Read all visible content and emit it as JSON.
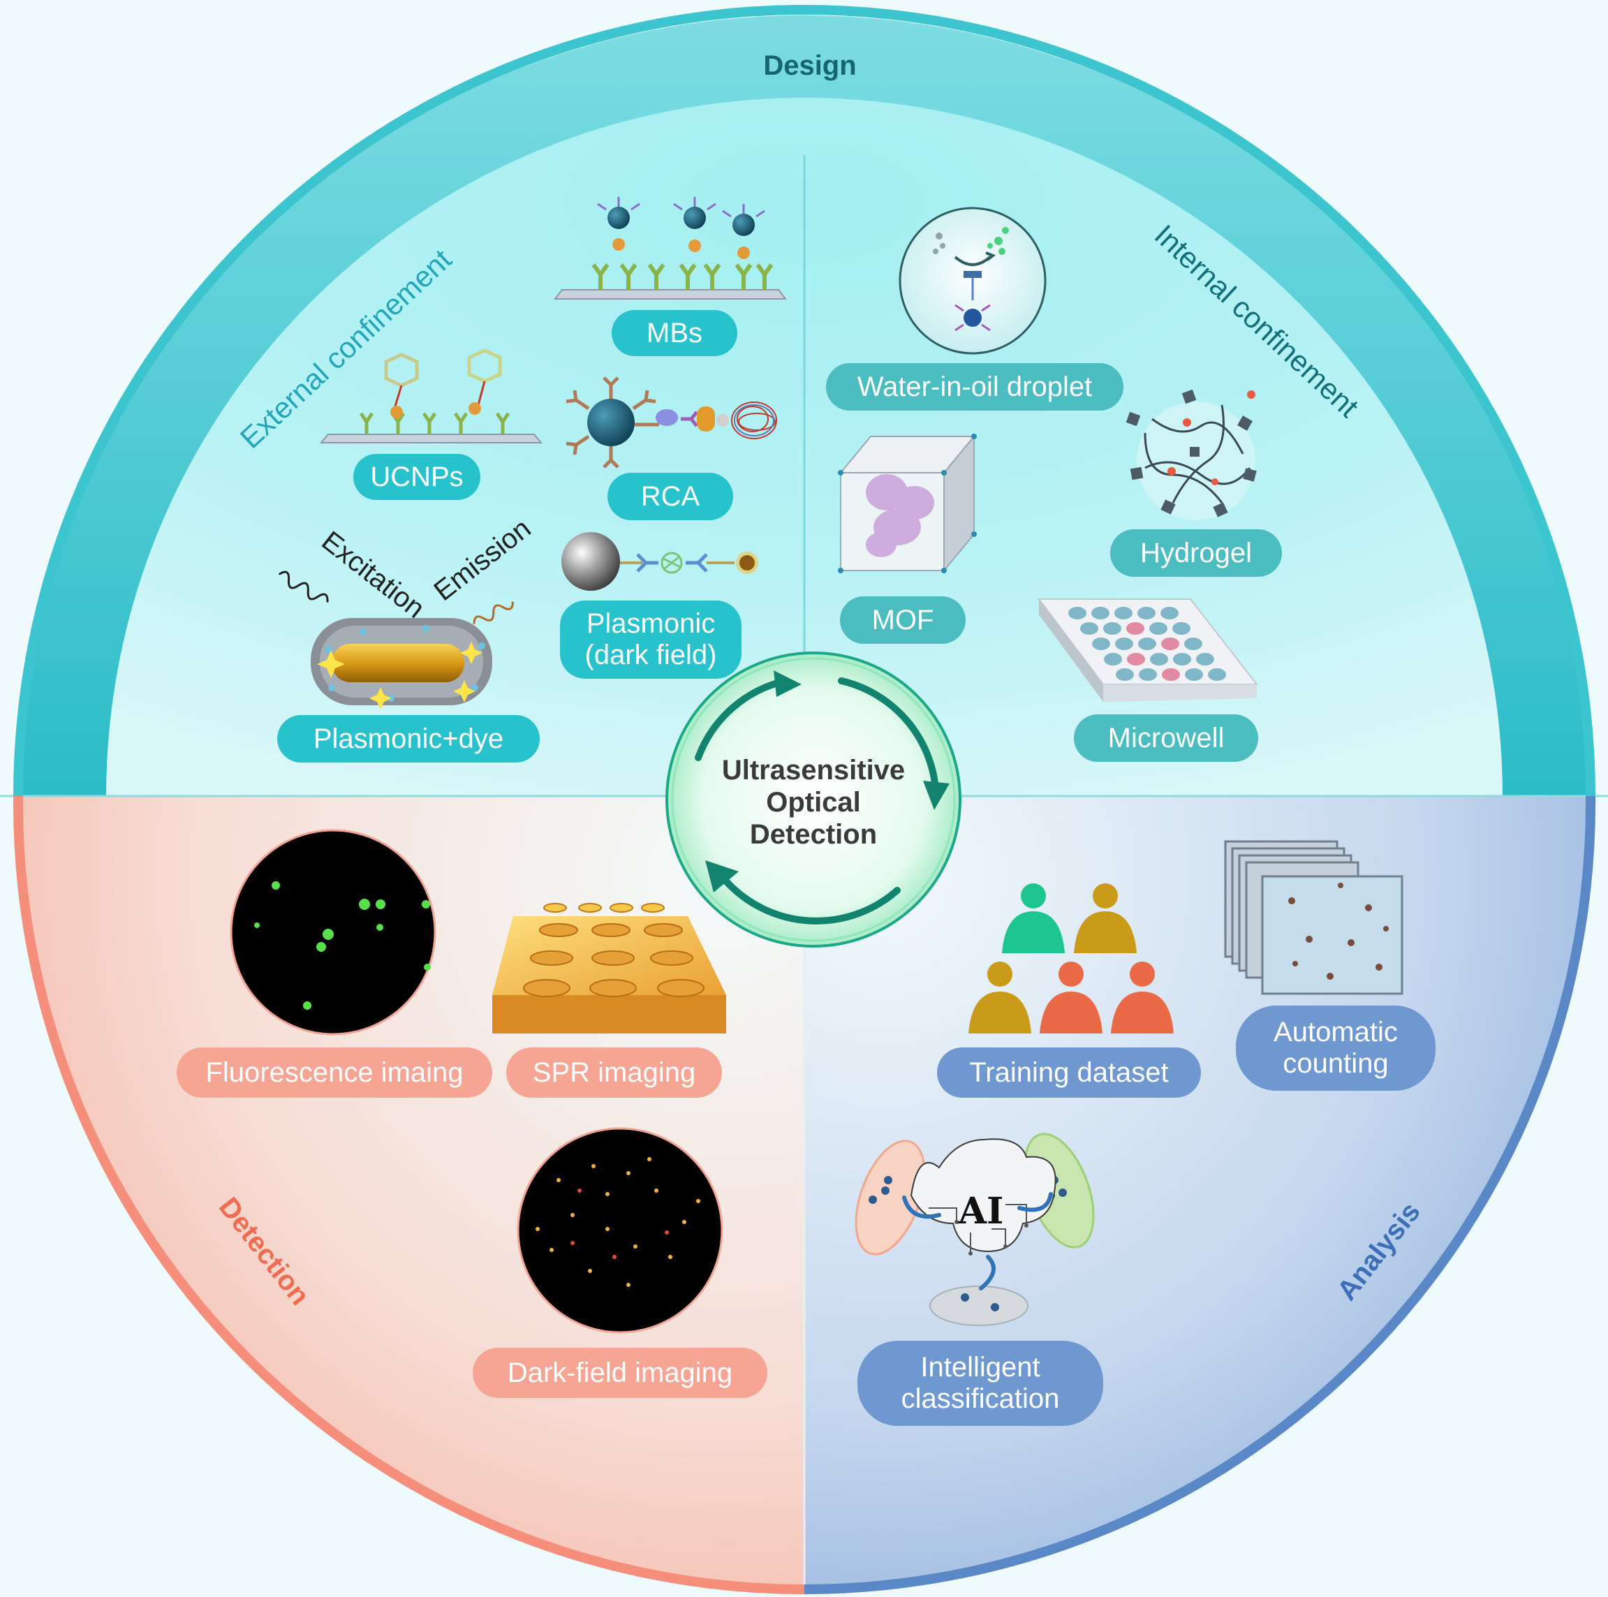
{
  "sections": {
    "design": "Design",
    "detection": "Detection",
    "analysis": "Analysis",
    "external": "External confinement",
    "internal": "Internal confinement"
  },
  "center": {
    "line1": "Ultrasensitive",
    "line2": "Optical",
    "line3": "Detection"
  },
  "design": {
    "mbs": "MBs",
    "ucnps": "UCNPs",
    "rca": "RCA",
    "plasmonic_dark_l1": "Plasmonic",
    "plasmonic_dark_l2": "(dark field)",
    "plasmonic_dye": "Plasmonic+dye",
    "excitation": "Excitation",
    "emission": "Emission",
    "water_in_oil": "Water-in-oil droplet",
    "hydrogel": "Hydrogel",
    "mof": "MOF",
    "microwell": "Microwell",
    "ai": "AI"
  },
  "detection": {
    "fluorescence": "Fluorescence imaing",
    "spr": "SPR imaging",
    "darkfield": "Dark-field imaging"
  },
  "analysis": {
    "training": "Training dataset",
    "auto_l1": "Automatic",
    "auto_l2": "counting",
    "intel_l1": "Intelligent",
    "intel_l2": "classification"
  },
  "colors": {
    "design_ring": "#3cc4cf",
    "design_fill": "#9eecf0",
    "detection_ring": "#f58e7b",
    "analysis_ring": "#5a87c6",
    "center_ring": "#16a38a"
  }
}
